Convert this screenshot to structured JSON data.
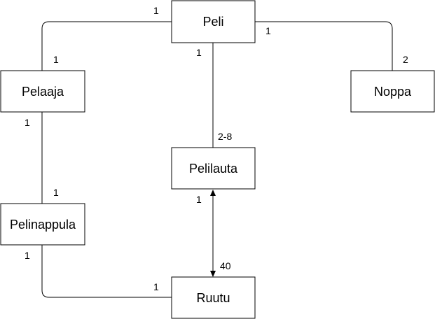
{
  "diagram": {
    "nodes": {
      "peli": "Peli",
      "pelaaja": "Pelaaja",
      "noppa": "Noppa",
      "pelilauta": "Pelilauta",
      "pelinappula": "Pelinappula",
      "ruutu": "Ruutu"
    },
    "multiplicities": {
      "peli_pelaaja_at_peli": "1",
      "peli_pelaaja_at_pelaaja": "1",
      "peli_noppa_at_peli": "1",
      "peli_noppa_at_noppa": "2",
      "peli_pelilauta_at_peli": "1",
      "peli_pelilauta_at_pelilauta": "2-8",
      "pelaaja_pelinappula_at_pelaaja": "1",
      "pelaaja_pelinappula_at_pelinappula": "1",
      "pelinappula_ruutu_at_pelinappula": "1",
      "pelinappula_ruutu_at_ruutu": "1",
      "pelilauta_ruutu_at_pelilauta": "1",
      "pelilauta_ruutu_at_ruutu": "40"
    }
  }
}
